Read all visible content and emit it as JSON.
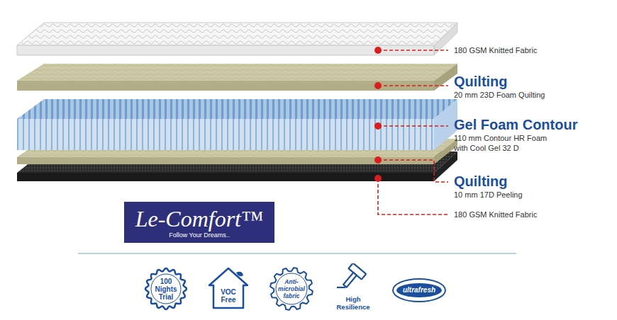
{
  "diagram": {
    "nodes": [
      {
        "text": [
          "Le-Comfort™",
          "Follow Your Dreams.."
        ]
      },
      {
        "text": [
          "100 Nights Trial"
        ]
      },
      {
        "text": [
          "VOC Free"
        ]
      },
      {
        "text": [
          "Anti-microbial fabric"
        ]
      },
      {
        "text": [
          "High Resilience"
        ]
      },
      {
        "text": [
          "ultrafresh"
        ]
      }
    ],
    "labels": [
      "180 GSM Knitted Fabric",
      "Quilting",
      "20 mm 23D Foam Quilting",
      "Gel Foam Contour",
      "110 mm Contour HR Foam with Cool Gel 32 D",
      "Quilting",
      "10 mm 17D Peeling",
      "180 GSM Knitted Fabric"
    ]
  }
}
